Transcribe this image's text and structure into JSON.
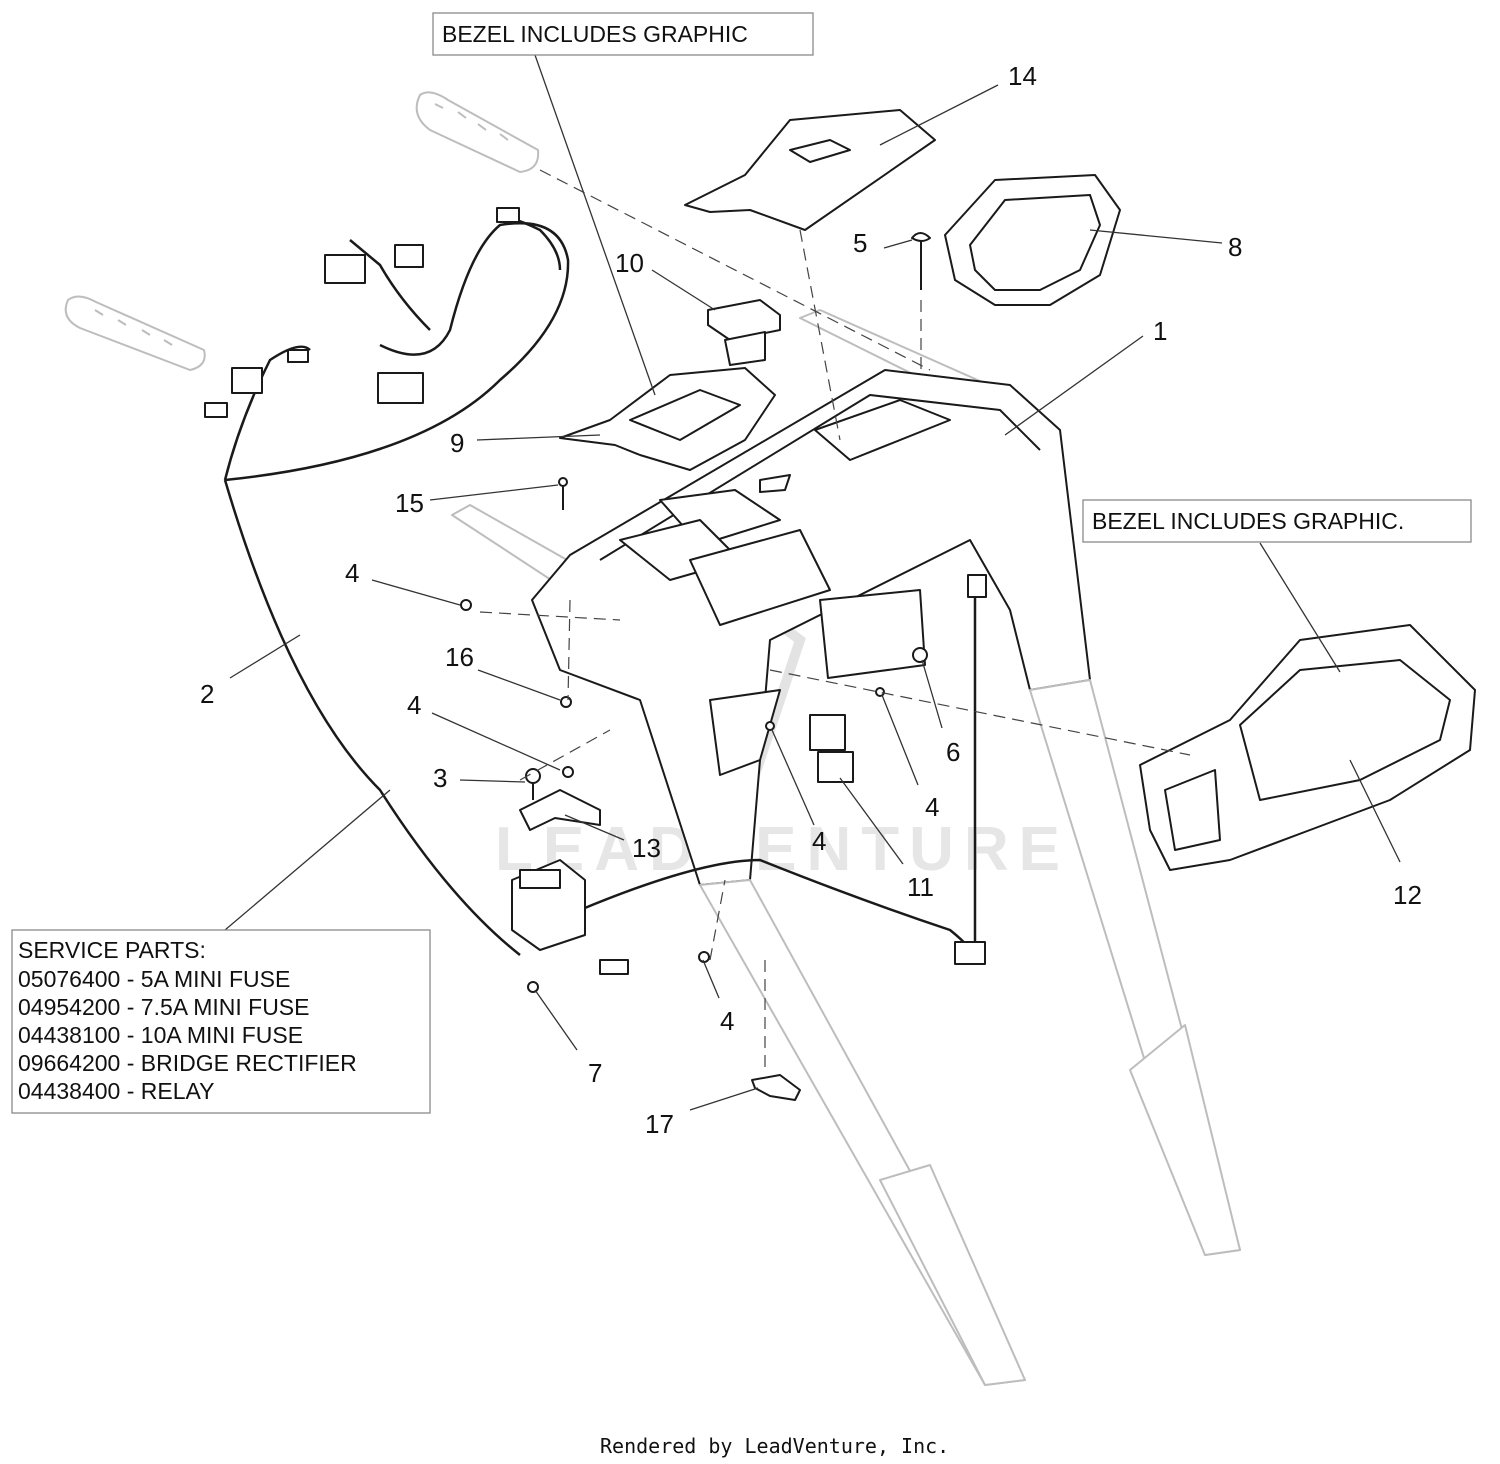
{
  "callouts": {
    "c1": "1",
    "c2": "2",
    "c3": "3",
    "c4a": "4",
    "c4b": "4",
    "c4c": "4",
    "c4d": "4",
    "c4e": "4",
    "c5": "5",
    "c6": "6",
    "c7": "7",
    "c8": "8",
    "c9": "9",
    "c10": "10",
    "c11": "11",
    "c12": "12",
    "c13": "13",
    "c14": "14",
    "c15": "15",
    "c16": "16",
    "c17": "17"
  },
  "notes": {
    "bezel_top": "BEZEL INCLUDES GRAPHIC",
    "bezel_right": "BEZEL INCLUDES GRAPHIC."
  },
  "service_parts": {
    "title": "SERVICE PARTS:",
    "items": [
      "05076400 - 5A MINI FUSE",
      "04954200 - 7.5A MINI FUSE",
      "04438100 - 10A MINI FUSE",
      "09664200 - BRIDGE RECTIFIER",
      "04438400 - RELAY"
    ]
  },
  "watermark": "LEADVENTURE",
  "footer": "Rendered by LeadVenture, Inc."
}
